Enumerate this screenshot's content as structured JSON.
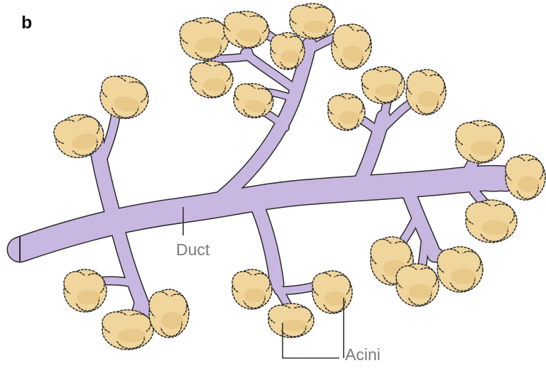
{
  "figure": {
    "panel_letter": "b",
    "labels": {
      "duct": "Duct",
      "acini": "Acini"
    },
    "colors": {
      "duct": "#c8b7e0",
      "acini": "#f0d59c",
      "outline": "#2a2a2a",
      "label_text": "#7a7a7a"
    }
  }
}
